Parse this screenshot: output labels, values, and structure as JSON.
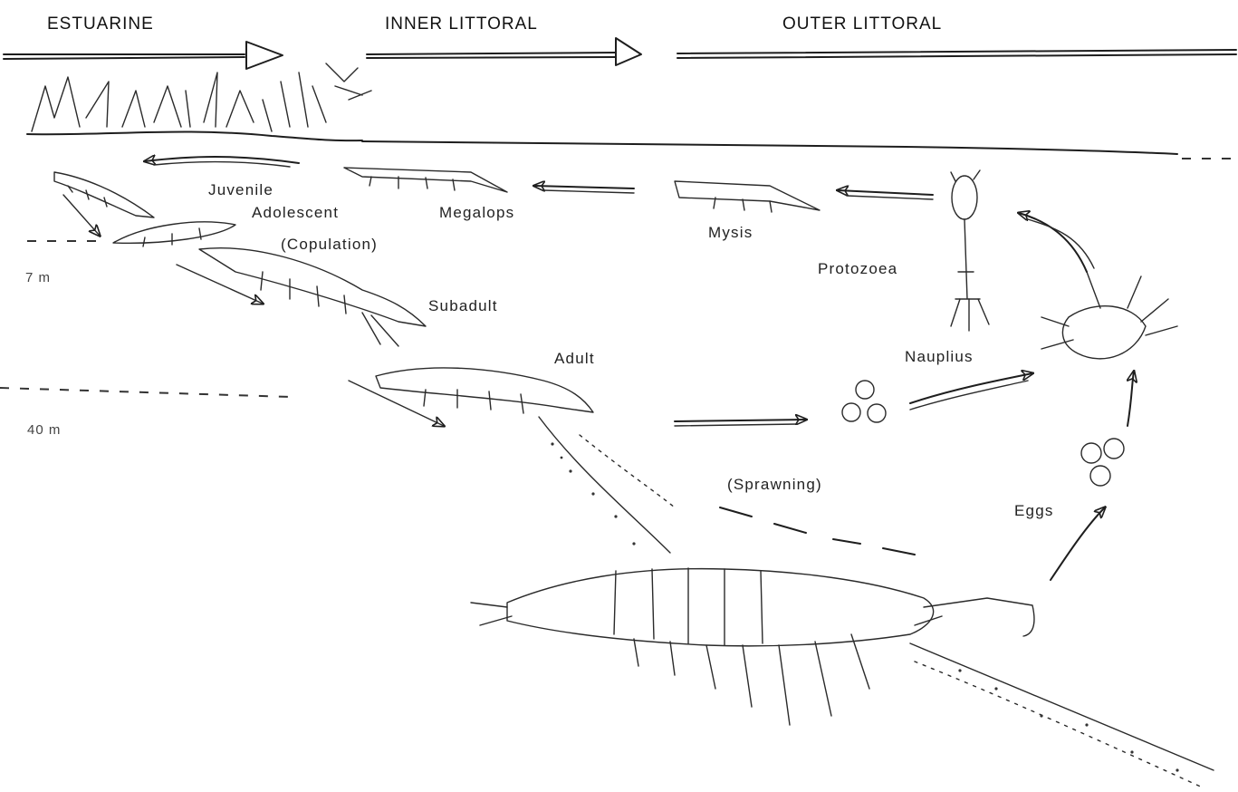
{
  "zones": {
    "estuarine": "ESTUARINE",
    "inner_littoral": "INNER LITTORAL",
    "outer_littoral": "OUTER LITTORAL"
  },
  "stages": {
    "juvenile": "Juvenile",
    "adolescent": "Adolescent",
    "megalops": "Megalops",
    "copulation": "(Copulation)",
    "mysis": "Mysis",
    "protozoea": "Protozoea",
    "subadult": "Subadult",
    "adult": "Adult",
    "nauplius": "Nauplius",
    "spawning": "(Sprawning)",
    "eggs": "Eggs"
  },
  "depths": {
    "shallow": "7 m",
    "deep": "40 m"
  },
  "colors": {
    "ink": "#1e1e1e",
    "paper": "#ffffff"
  }
}
